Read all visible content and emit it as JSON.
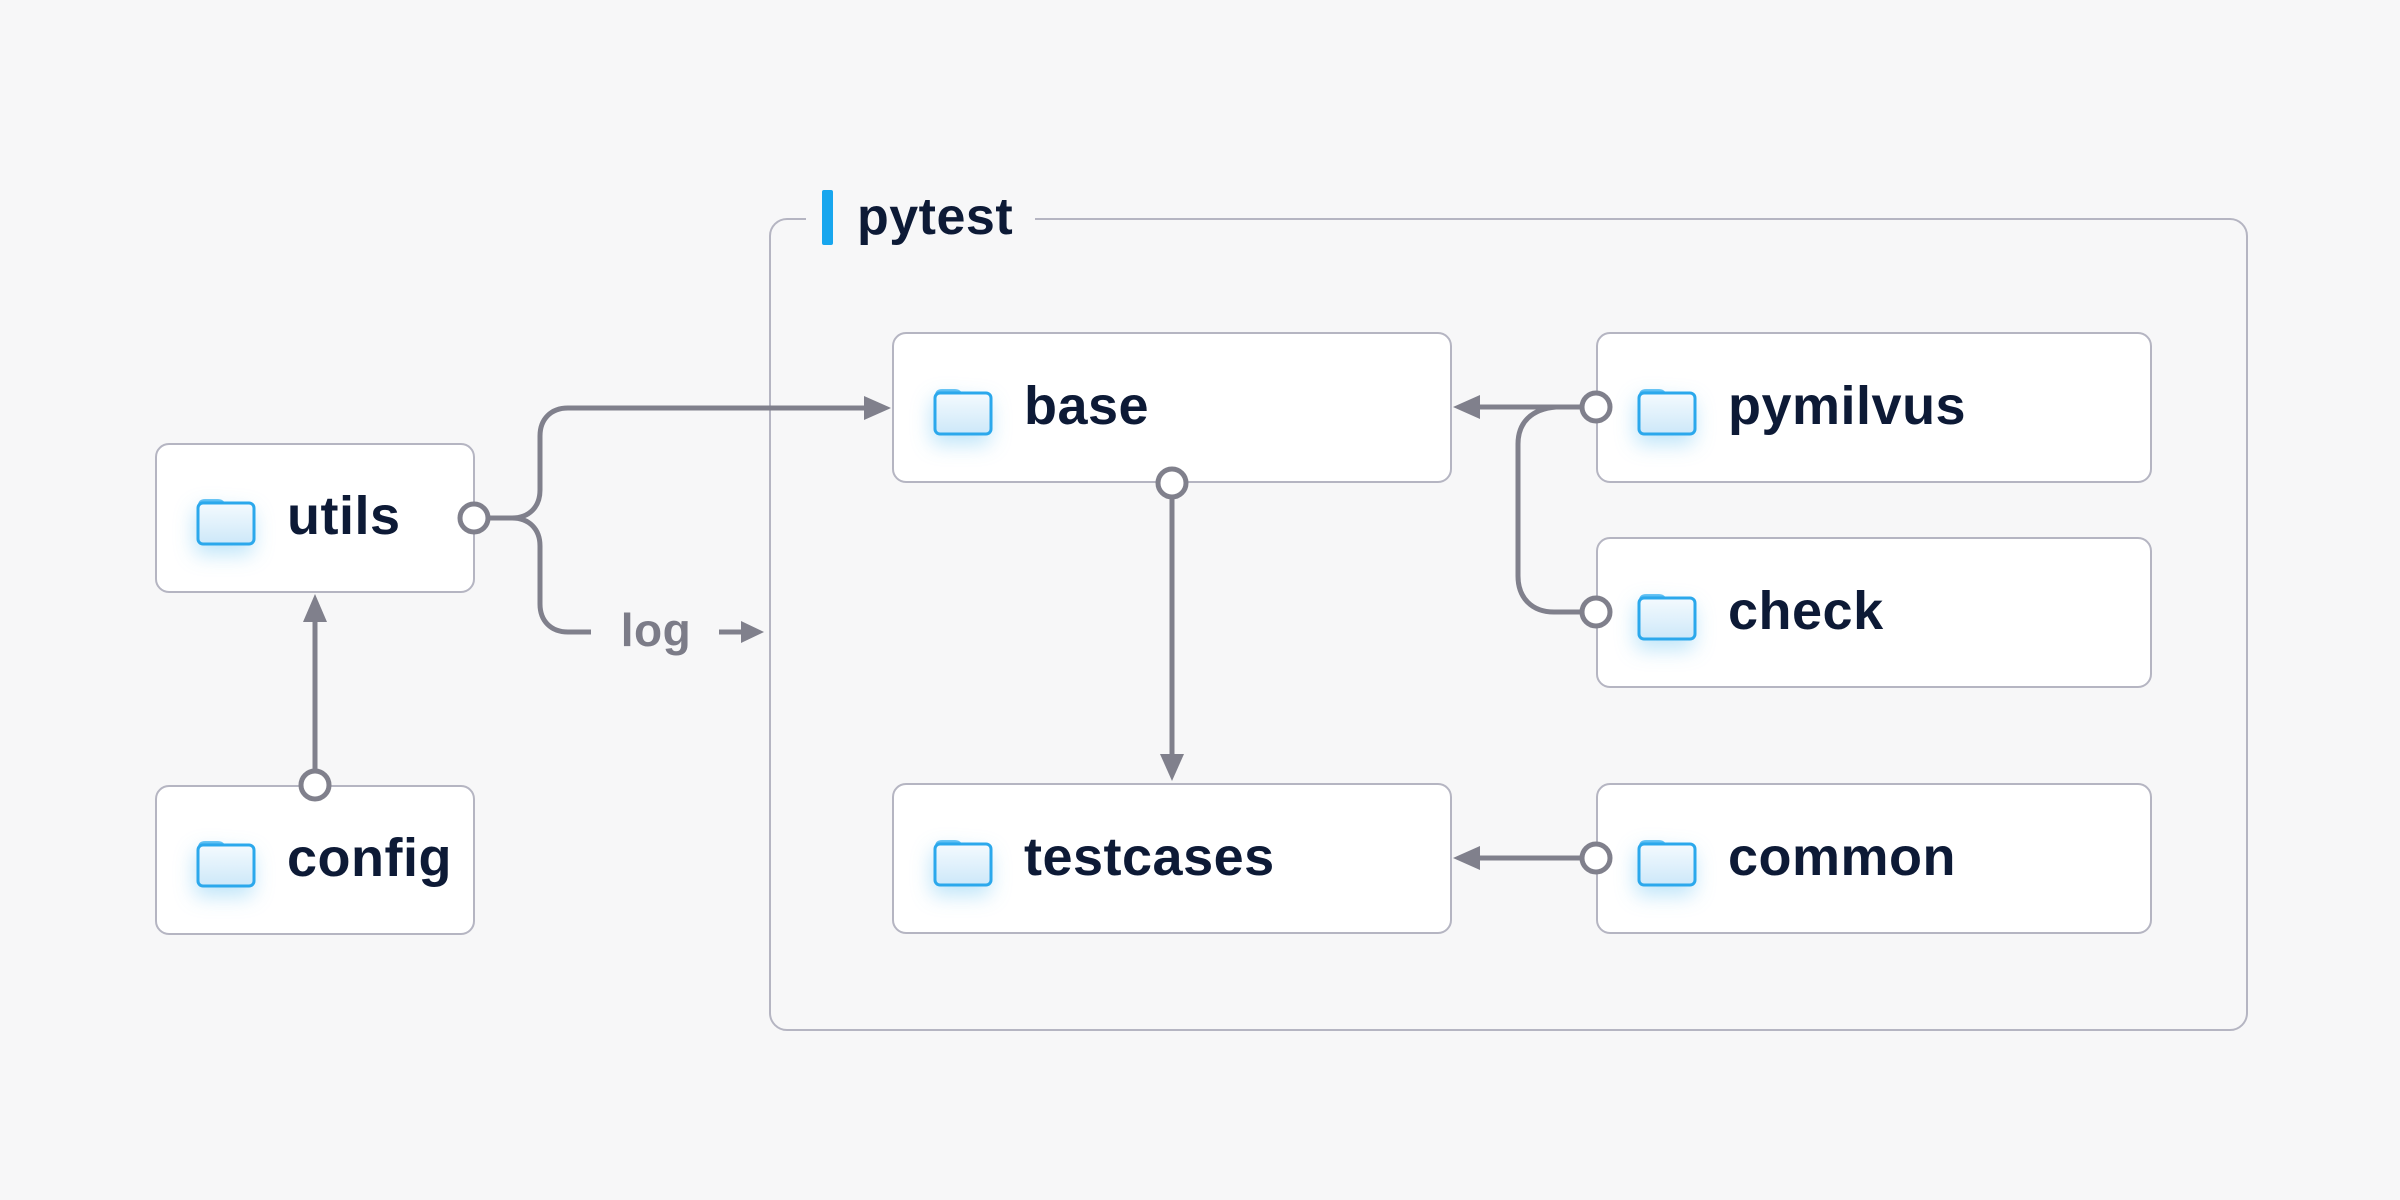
{
  "page": {
    "background": "#F7F7F8"
  },
  "colors": {
    "accent_blue": "#18A6EE",
    "folder_blue": "#2BA8EC",
    "line_gray": "#80808C",
    "box_border": "#B5B5C2",
    "box_fill": "#FFFFFF",
    "text_navy": "#0D1A36",
    "edge_label_gray": "#7C7C88"
  },
  "diagram": {
    "container": {
      "label": "pytest"
    },
    "nodes": {
      "utils": {
        "label": "utils",
        "icon": "folder-icon"
      },
      "config": {
        "label": "config",
        "icon": "folder-icon"
      },
      "base": {
        "label": "base",
        "icon": "folder-icon"
      },
      "pymilvus": {
        "label": "pymilvus",
        "icon": "folder-icon"
      },
      "check": {
        "label": "check",
        "icon": "folder-icon"
      },
      "testcases": {
        "label": "testcases",
        "icon": "folder-icon"
      },
      "common": {
        "label": "common",
        "icon": "folder-icon"
      }
    },
    "edges": [
      {
        "id": "config-to-utils",
        "from": "config",
        "to": "utils",
        "label": ""
      },
      {
        "id": "utils-to-base",
        "from": "utils",
        "to": "base",
        "label": ""
      },
      {
        "id": "utils-to-log",
        "from": "utils",
        "to": "log",
        "label": "log"
      },
      {
        "id": "base-to-testcases",
        "from": "base",
        "to": "testcases",
        "label": ""
      },
      {
        "id": "pymilvus-to-base",
        "from": "pymilvus",
        "to": "base",
        "label": ""
      },
      {
        "id": "pymilvus-to-check",
        "from": "pymilvus",
        "to": "check",
        "label": ""
      },
      {
        "id": "common-to-testcases",
        "from": "common",
        "to": "testcases",
        "label": ""
      }
    ]
  }
}
